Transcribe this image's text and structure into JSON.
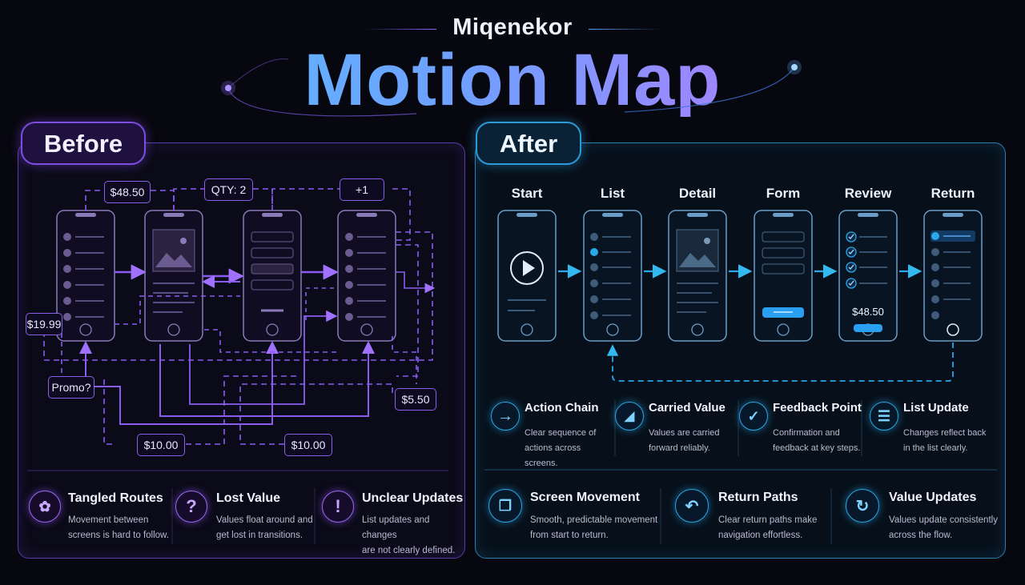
{
  "header": {
    "brand": "Miqenekor",
    "title": "Motion Map"
  },
  "before": {
    "tag": "Before",
    "labels": {
      "top_price": "$48.50",
      "qty": "QTY: 2",
      "plus_one": "+1",
      "left_price": "$19.99",
      "promo": "Promo?",
      "right_price": "$5.50",
      "bottom_left": "$10.00",
      "bottom_right": "$10.00"
    },
    "features": [
      {
        "icon": "tangle-icon",
        "title": "Tangled Routes",
        "line1": "Movement between",
        "line2": "screens is hard to follow."
      },
      {
        "icon": "question-icon",
        "title": "Lost Value",
        "line1": "Values float around and",
        "line2": "get lost in transitions."
      },
      {
        "icon": "exclamation-icon",
        "title": "Unclear Updates",
        "line1": "List updates and changes",
        "line2": "are not clearly defined."
      }
    ]
  },
  "after": {
    "tag": "After",
    "stages": [
      "Start",
      "List",
      "Detail",
      "Form",
      "Review",
      "Return"
    ],
    "review_price": "$48.50",
    "features_row1": [
      {
        "icon": "arrow-right-icon",
        "title": "Action Chain",
        "line1": "Clear sequence of",
        "line2": "actions across screens."
      },
      {
        "icon": "price-tag-icon",
        "title": "Carried Value",
        "line1": "Values are carried",
        "line2": "forward reliably."
      },
      {
        "icon": "check-circle-icon",
        "title": "Feedback Point",
        "line1": "Confirmation and",
        "line2": "feedback at key steps."
      },
      {
        "icon": "list-icon",
        "title": "List Update",
        "line1": "Changes reflect back",
        "line2": "in the list clearly."
      }
    ],
    "features_row2": [
      {
        "icon": "screens-icon",
        "title": "Screen Movement",
        "line1": "Smooth, predictable movement",
        "line2": "from start to return."
      },
      {
        "icon": "return-arrow-icon",
        "title": "Return Paths",
        "line1": "Clear return paths make",
        "line2": "navigation effortless."
      },
      {
        "icon": "refresh-icon",
        "title": "Value Updates",
        "line1": "Values update consistently",
        "line2": "across the flow."
      }
    ]
  },
  "colors": {
    "before_accent": "#8a5cf0",
    "after_accent": "#2aa8e8",
    "background": "#07070f"
  }
}
